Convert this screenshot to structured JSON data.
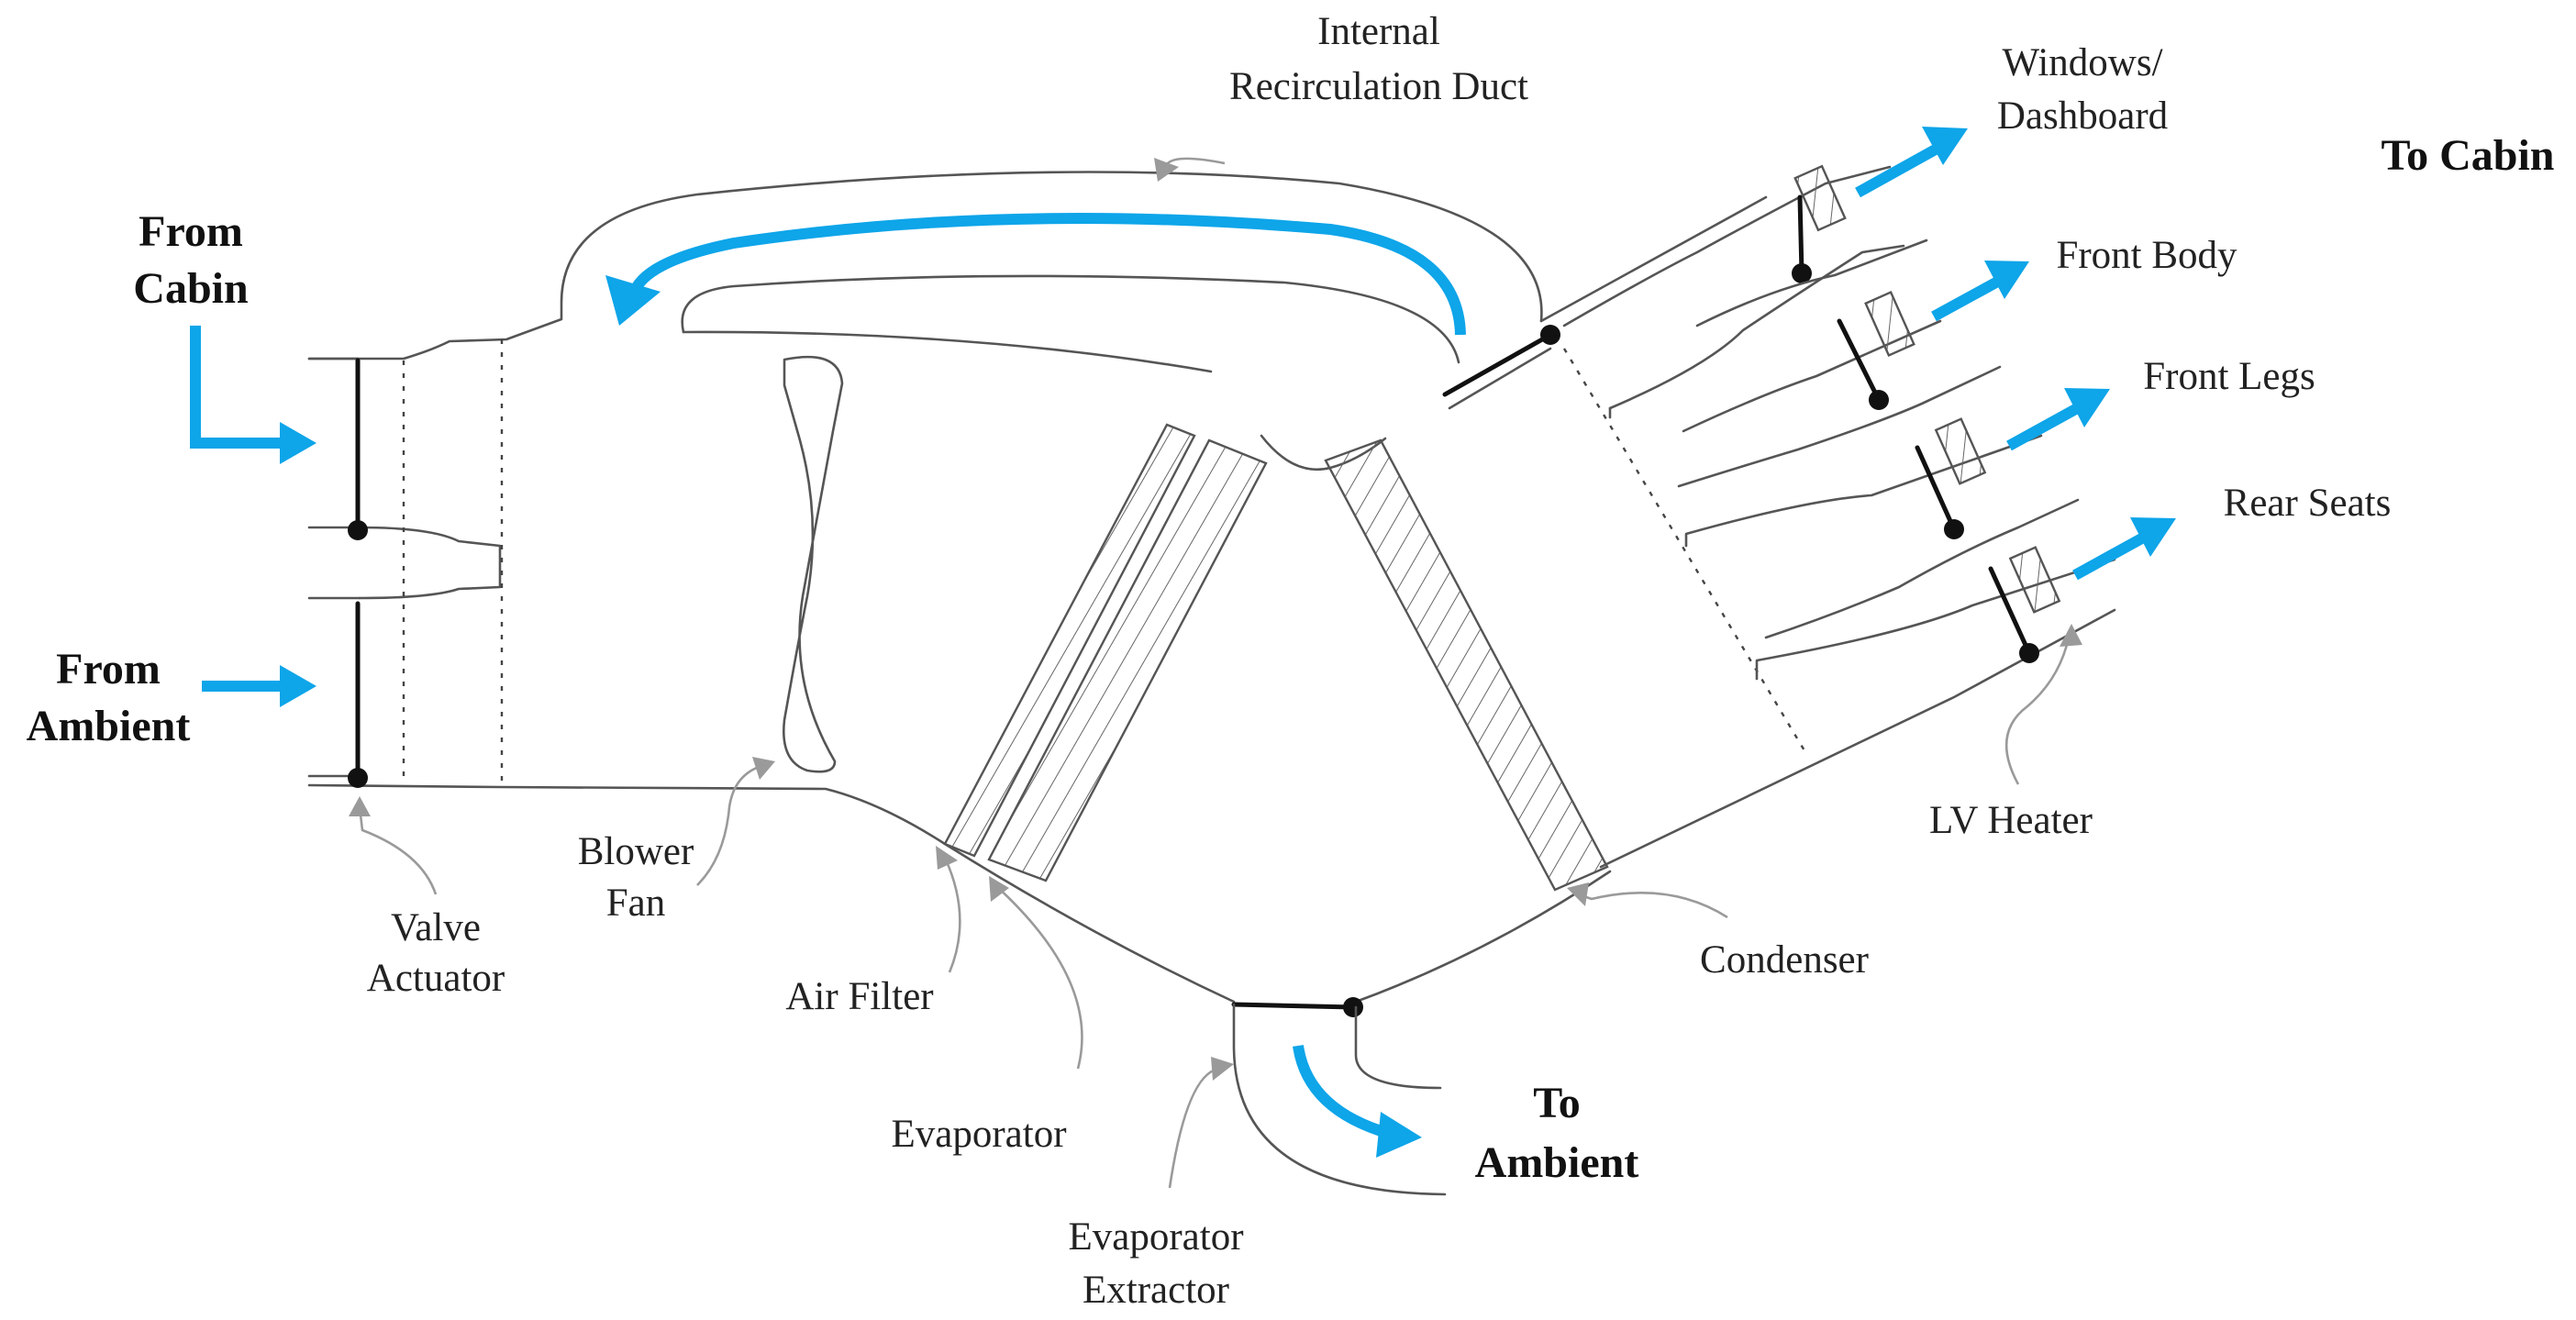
{
  "labels": {
    "internal_recirc_l1": "Internal",
    "internal_recirc_l2": "Recirculation Duct",
    "from_cabin_l1": "From",
    "from_cabin_l2": "Cabin",
    "from_ambient_l1": "From",
    "from_ambient_l2": "Ambient",
    "valve_actuator_l1": "Valve",
    "valve_actuator_l2": "Actuator",
    "blower_fan_l1": "Blower",
    "blower_fan_l2": "Fan",
    "air_filter": "Air Filter",
    "evaporator": "Evaporator",
    "evap_extractor_l1": "Evaporator",
    "evap_extractor_l2": "Extractor",
    "to_ambient_l1": "To",
    "to_ambient_l2": "Ambient",
    "condenser": "Condenser",
    "lv_heater": "LV Heater",
    "windows_l1": "Windows/",
    "windows_l2": "Dashboard",
    "to_cabin": "To Cabin",
    "front_body": "Front Body",
    "front_legs": "Front Legs",
    "rear_seats": "Rear Seats"
  },
  "colors": {
    "flow_arrow": "#0ea5e9",
    "leader_line": "#9a9a9a",
    "outline": "#555555"
  }
}
